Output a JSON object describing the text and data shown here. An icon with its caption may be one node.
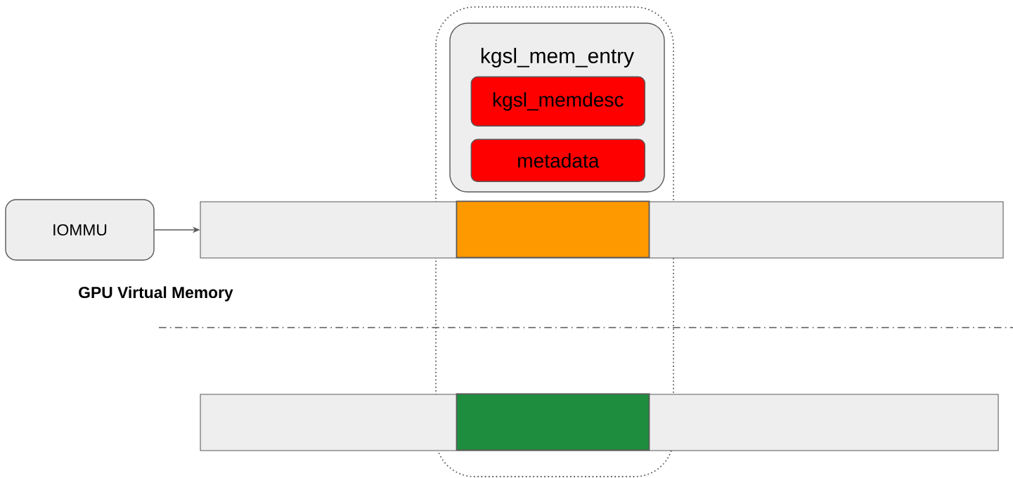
{
  "diagram": {
    "nodes": [
      {
        "text": [
          "kgsl_mem_entry"
        ]
      },
      {
        "text": [
          "kgsl_memdesc"
        ],
        "in": 0
      },
      {
        "text": [
          "metadata"
        ],
        "in": 0
      },
      {
        "text": [
          "IOMMU"
        ]
      },
      {
        "text": [],
        "shape": "bar"
      },
      {
        "text": [],
        "shape": "box",
        "in": 4
      },
      {
        "text": [],
        "shape": "bar"
      },
      {
        "text": [],
        "shape": "box",
        "in": 6
      }
    ],
    "edges": [
      {
        "from": 3,
        "to": 4,
        "arrow": "to"
      }
    ],
    "labels": [
      "GPU Virtual Memory"
    ]
  }
}
